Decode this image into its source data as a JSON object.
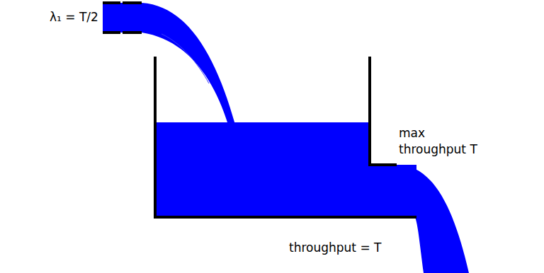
{
  "diagram": {
    "labels": [
      "λ₁ = T/2",
      "max throughput T",
      "throughput = T"
    ]
  }
}
